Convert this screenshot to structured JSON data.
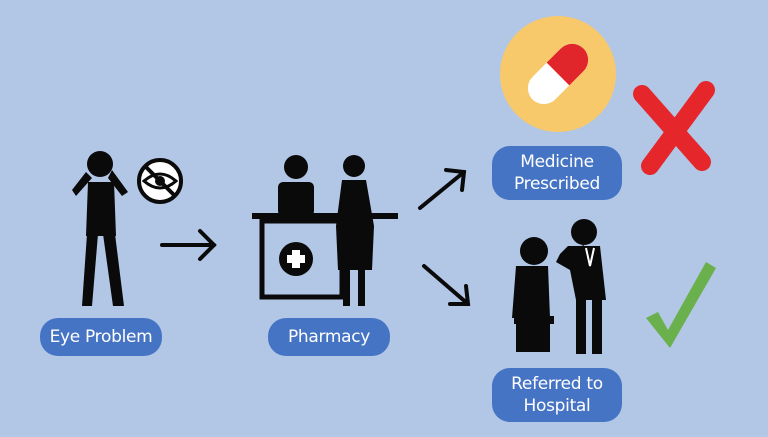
{
  "labels": {
    "eye_problem": "Eye Problem",
    "pharmacy": "Pharmacy",
    "medicine_line1": "Medicine",
    "medicine_line2": "Prescribed",
    "hospital_line1": "Referred to",
    "hospital_line2": "Hospital"
  },
  "colors": {
    "background": "#b2c6e6",
    "label_fill": "#4674c4",
    "pill_circle": "#f7c96b",
    "pill_red": "#e0262a",
    "cross_red": "#e5262a",
    "check_green": "#6ab04c"
  },
  "icons": [
    "person-eye-pain-icon",
    "no-vision-icon",
    "arrow-right-icon",
    "pharmacy-counter-icon",
    "pill-icon",
    "cross-mark-icon",
    "doctor-patient-icon",
    "check-mark-icon"
  ]
}
